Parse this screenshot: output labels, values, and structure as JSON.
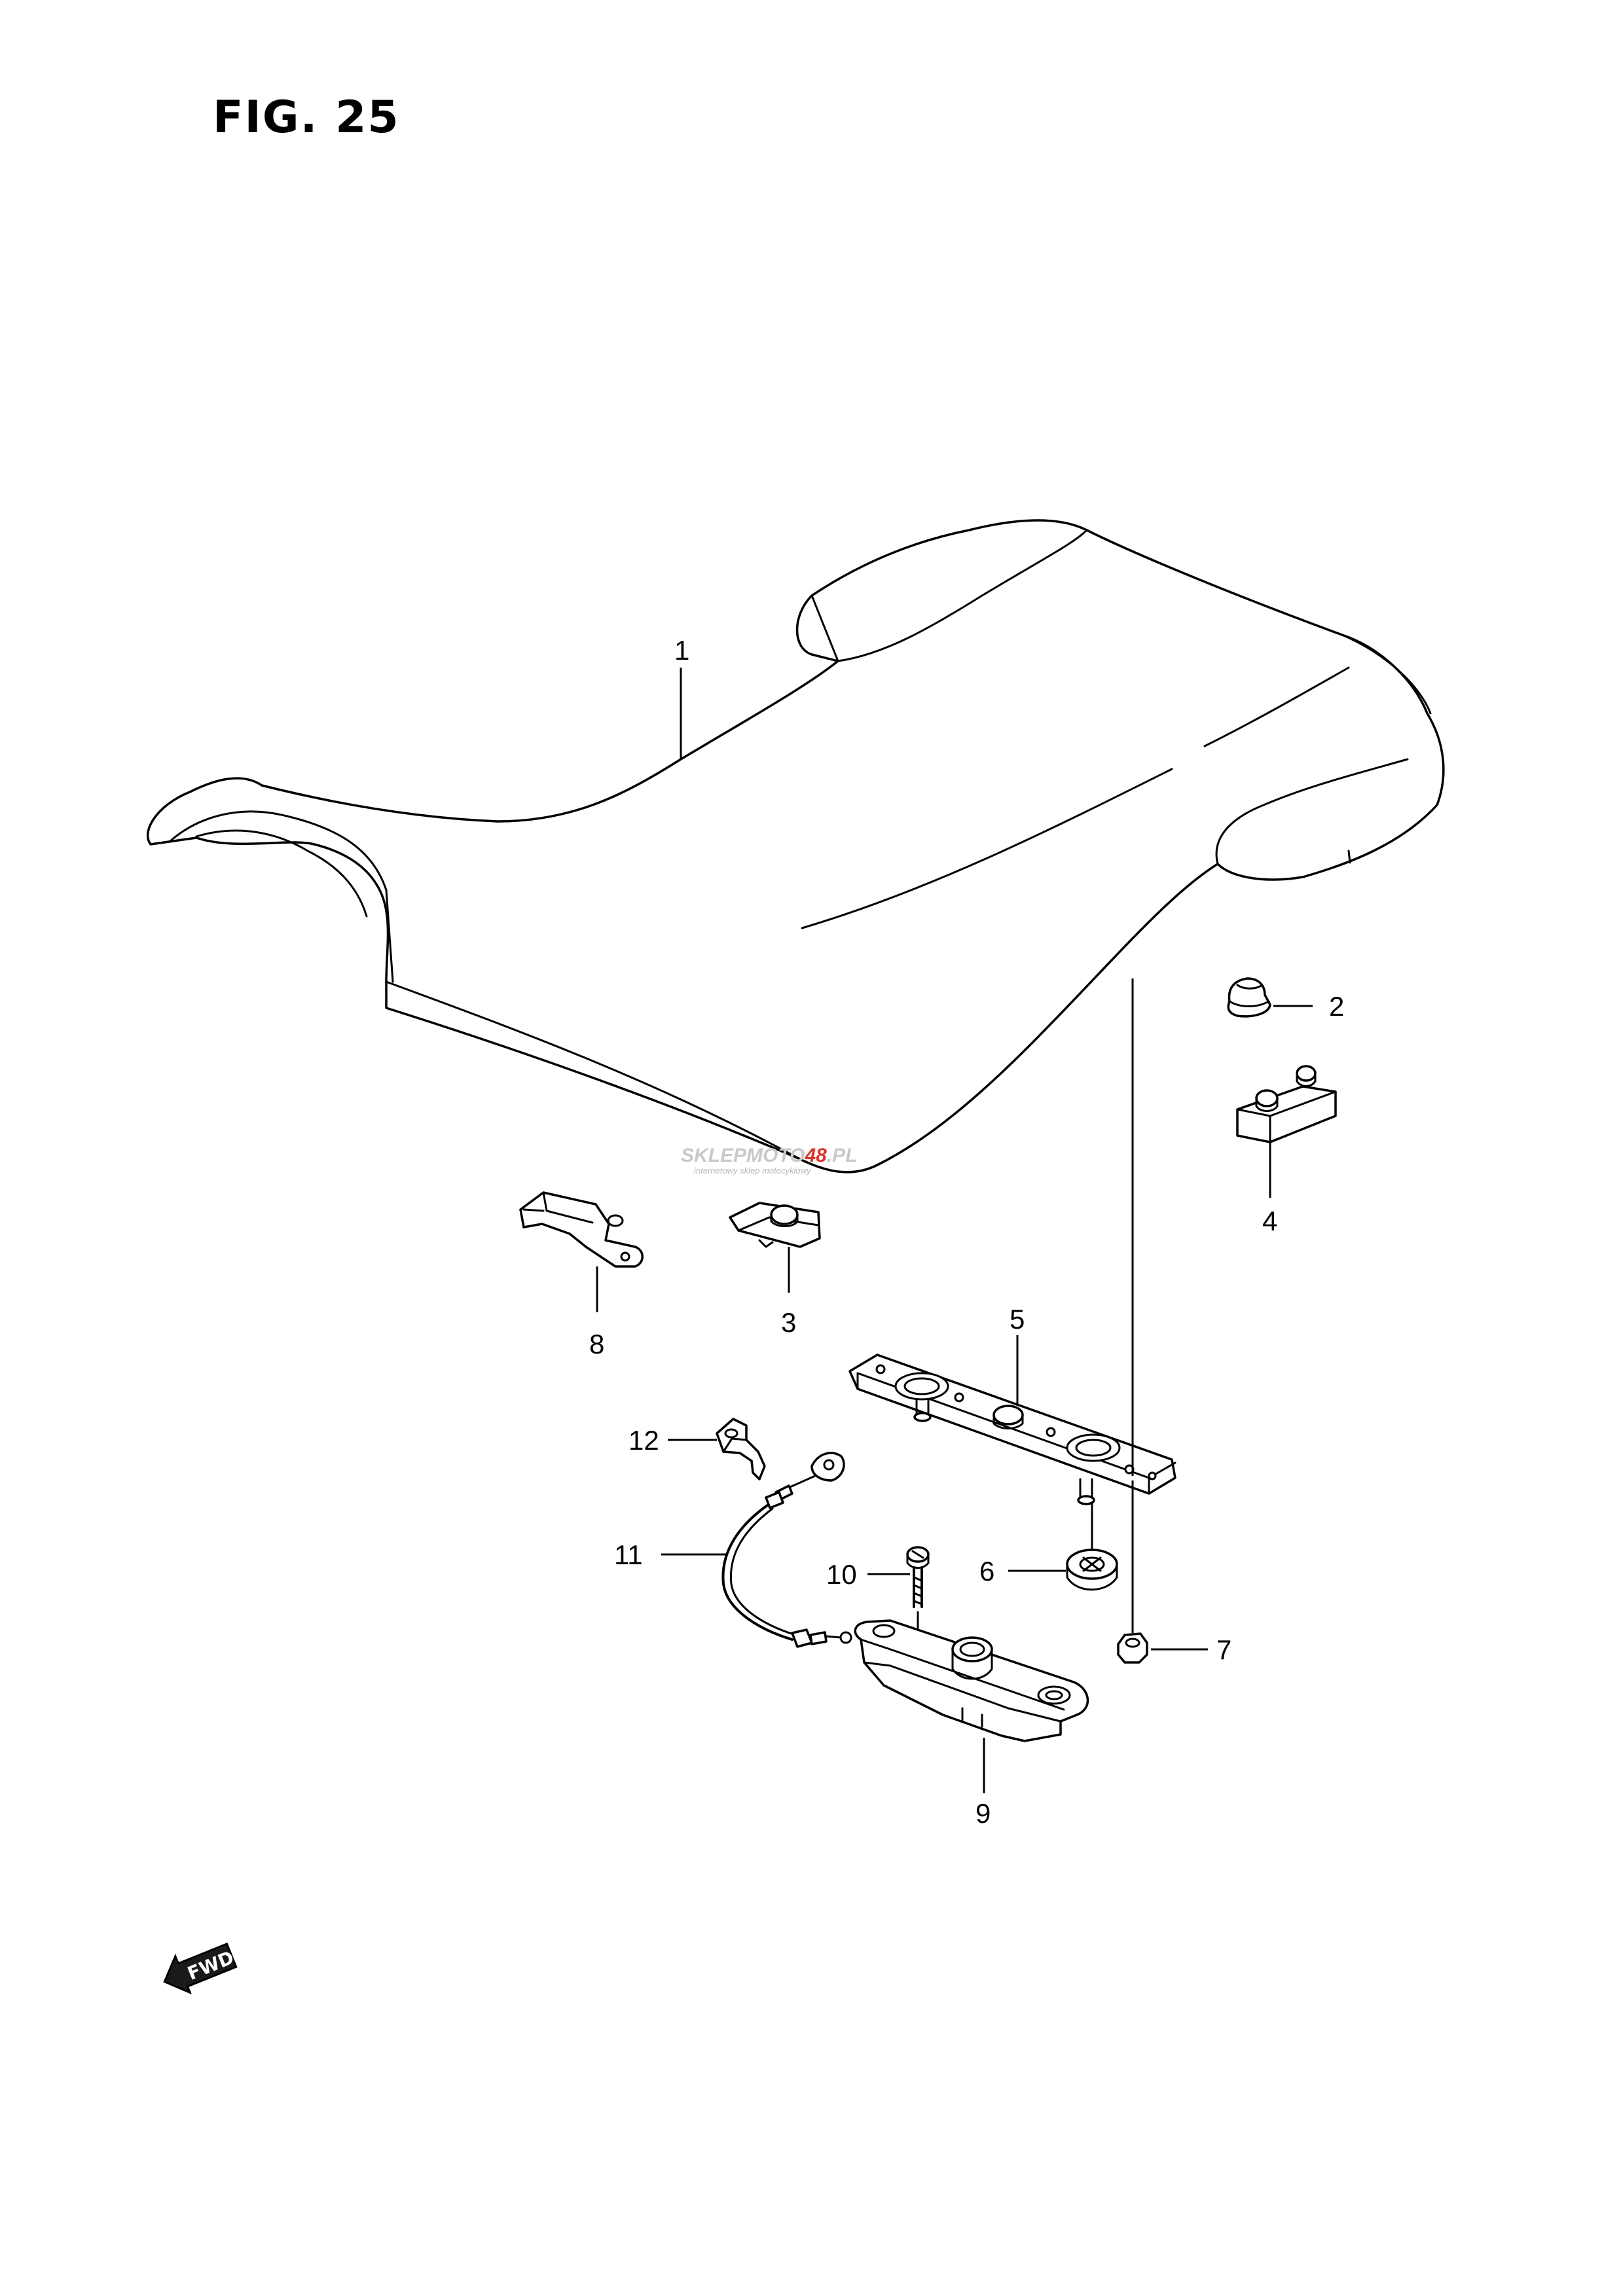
{
  "figure": {
    "title": "FIG. 25"
  },
  "callouts": [
    "1",
    "2",
    "3",
    "4",
    "5",
    "6",
    "7",
    "8",
    "9",
    "10",
    "11",
    "12"
  ],
  "watermark": {
    "brand_part1": "SKLEPMOTO",
    "brand_part2": "48",
    "brand_part3": ".PL",
    "tagline": "internetowy sklep motocyklowy",
    "colors": {
      "gray": "#c9c9c9",
      "red": "#d9352b"
    }
  },
  "forward_marker": {
    "label": "FWD",
    "icon": "forward-arrow-icon"
  }
}
